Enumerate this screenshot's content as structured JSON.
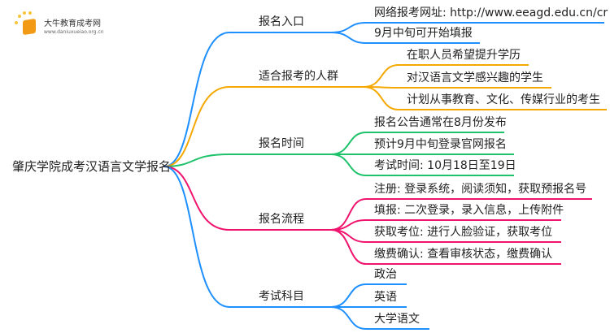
{
  "logo": {
    "name": "大牛教育成考网",
    "url": "www.daniuxueiao.org.cn"
  },
  "root": "肇庆学院成考汉语言文学报名",
  "colors": [
    "#1e8fff",
    "#f5a800",
    "#1ec26a",
    "#f0146e",
    "#1e8fff"
  ],
  "branches": [
    {
      "label": "报名入口",
      "children": [
        "网络报考网址: http://www.eeagd.edu.cn/cr",
        "9月中旬可开始填报"
      ]
    },
    {
      "label": "适合报考的人群",
      "children": [
        "在职人员希望提升学历",
        "对汉语言文学感兴趣的学生",
        "计划从事教育、文化、传媒行业的考生"
      ]
    },
    {
      "label": "报名时间",
      "children": [
        "报名公告通常在8月份发布",
        "预计9月中旬登录官网报名",
        "考试时间: 10月18日至19日"
      ]
    },
    {
      "label": "报名流程",
      "children": [
        "注册: 登录系统，阅读须知，获取预报名号",
        "填报: 二次登录，录入信息，上传附件",
        "获取考位: 进行人脸验证，获取考位",
        "缴费确认: 查看审核状态，缴费确认"
      ]
    },
    {
      "label": "考试科目",
      "children": [
        "政治",
        "英语",
        "大学语文"
      ]
    }
  ]
}
